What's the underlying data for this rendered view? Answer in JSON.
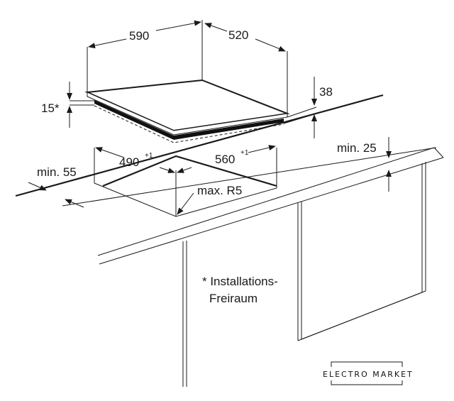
{
  "diagram": {
    "dimensions": {
      "width": "590",
      "depth": "520",
      "height": "38",
      "recess": "15*",
      "cutout_depth": "490",
      "cutout_depth_tol": "+1",
      "cutout_width": "560",
      "cutout_width_tol": "+1",
      "min_front": "min. 55",
      "min_wall": "min. 25",
      "corner_radius": "max. R5"
    },
    "note_line1": "* Installations-",
    "note_line2": "Freiraum"
  },
  "watermark": {
    "brand": "ELECTRO MARKET"
  }
}
